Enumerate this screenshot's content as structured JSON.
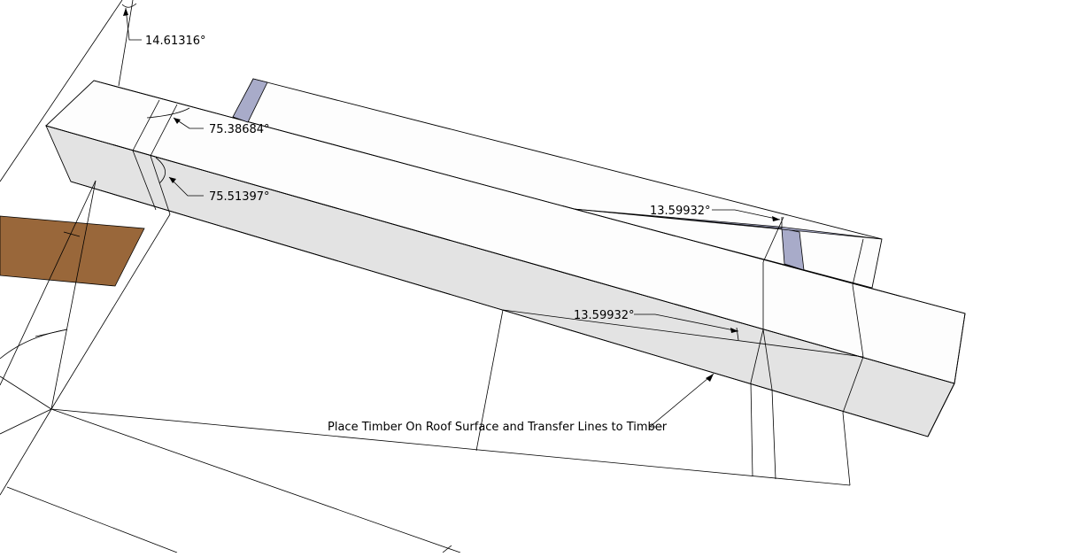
{
  "colors": {
    "background": "#ffffff",
    "edge": "#000000",
    "timber_top": "#fdfdfd",
    "timber_side": "#e3e3e3",
    "cut_face": "#a8abc9",
    "board": "#99673a"
  },
  "annotations": {
    "angle_top": "14.61316°",
    "angle_a": "75.38684°",
    "angle_b": "75.51397°",
    "angle_c": "13.59932°",
    "angle_d": "13.59932°",
    "instruction": "Place Timber On Roof Surface and Transfer Lines to Timber"
  }
}
